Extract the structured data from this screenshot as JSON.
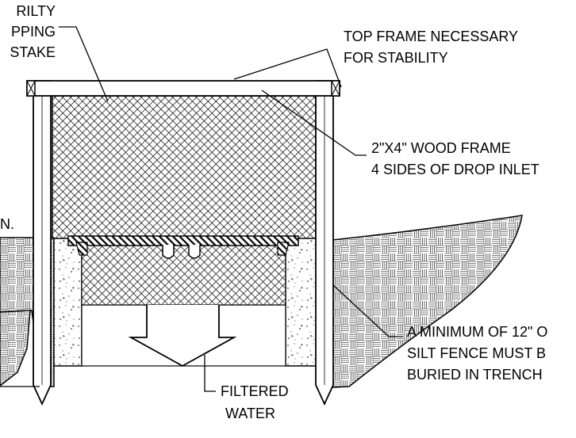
{
  "labels": {
    "stake_line1": "RILTY",
    "stake_line2": "PPING",
    "stake_line3": "STAKE",
    "top_frame_line1": "TOP FRAME NECESSARY",
    "top_frame_line2": "FOR STABILITY",
    "wood_frame_line1": "2\"X4\" WOOD FRAME",
    "wood_frame_line2": "4 SIDES OF DROP INLET",
    "left_cut": "N.",
    "silt_line1": "A MINIMUM OF 12\" O",
    "silt_line2": "SILT FENCE MUST B",
    "silt_line3": "BURIED IN TRENCH",
    "filtered_line1": "FILTERED",
    "filtered_line2": "WATER"
  },
  "colors": {
    "ink": "#000000",
    "paper": "#ffffff"
  }
}
